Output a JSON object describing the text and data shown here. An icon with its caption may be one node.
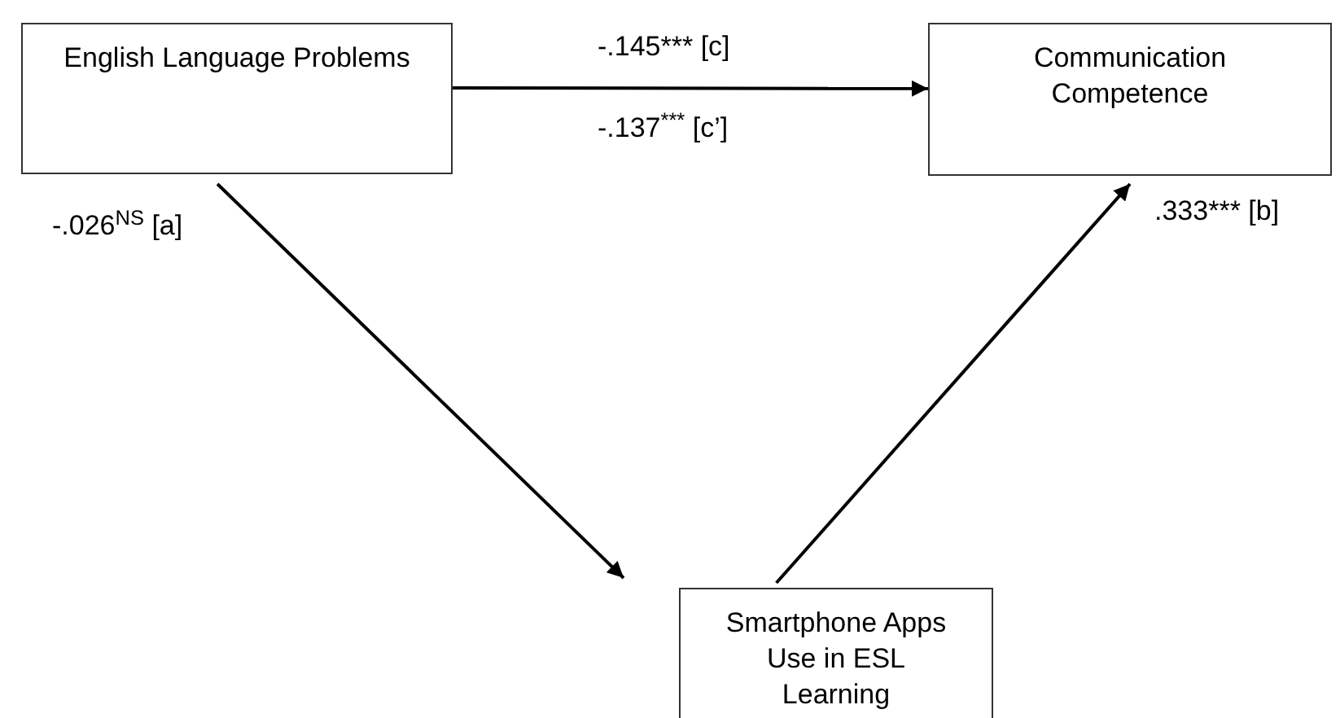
{
  "diagram": {
    "nodes": [
      {
        "text": [
          "English Language Problems"
        ]
      },
      {
        "text": [
          "Communication Competence"
        ]
      },
      {
        "text": [
          "Smartphone Apps Use in ESL Learning"
        ]
      }
    ],
    "edges": [
      {
        "from": 0,
        "to": 1,
        "arrow": "to",
        "label": "-.145*** [c]"
      },
      {
        "from": 0,
        "to": 2,
        "arrow": "to",
        "label": "-.026$^{NS}$ [a]"
      },
      {
        "from": 2,
        "to": 1,
        "arrow": "to",
        "label": ".333*** [b]"
      }
    ],
    "labels": [
      "-.137$^{***}$ [c’]"
    ]
  }
}
